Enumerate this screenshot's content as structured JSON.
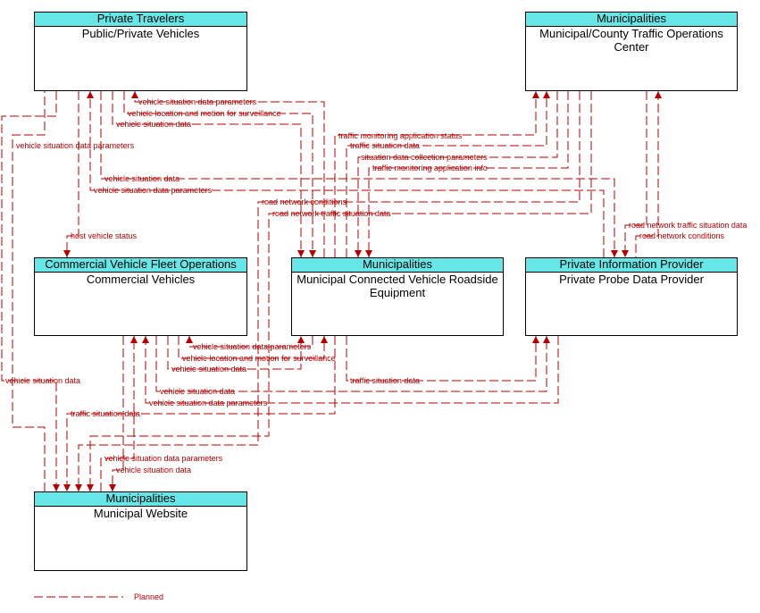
{
  "elements": {
    "private_travelers": {
      "stakeholder": "Private Travelers",
      "name": "Public/Private Vehicles"
    },
    "tmc": {
      "stakeholder": "Municipalities",
      "name": "Municipal/County Traffic Operations Center"
    },
    "fleet": {
      "stakeholder": "Commercial Vehicle Fleet Operations",
      "name": "Commercial Vehicles"
    },
    "rse": {
      "stakeholder": "Municipalities",
      "name": "Municipal Connected Vehicle Roadside Equipment"
    },
    "isp": {
      "stakeholder": "Private Information Provider",
      "name": "Private Probe Data Provider"
    },
    "website": {
      "stakeholder": "Municipalities",
      "name": "Municipal Website"
    }
  },
  "flows": {
    "f1": "vehicle situation data parameters",
    "f2": "vehicle location and motion for surveillance",
    "f3": "vehicle situation data",
    "f4": "vehicle situation data parameters",
    "f5": "traffic monitoring application status",
    "f6": "traffic situation data",
    "f7": "situation data collection parameters",
    "f8": "traffic monitoring application info",
    "f9": "vehicle situation data",
    "f10": "vehicle situation data parameters",
    "f11": "road network conditions",
    "f12": "road network traffic situation data",
    "f13": "host vehicle status",
    "f14": "road network traffic situation data",
    "f15": "road network conditions",
    "f16": "vehicle situation data parameters",
    "f17": "vehicle location and motion for surveillance",
    "f18": "vehicle situation data",
    "f19": "vehicle situation data",
    "f20": "traffic situation data",
    "f21": "vehicle situation data",
    "f22": "vehicle situation data parameters",
    "f23": "traffic situation data",
    "f24": "vehicle situation data parameters",
    "f25": "vehicle situation data"
  },
  "legend": {
    "planned": "Planned"
  }
}
